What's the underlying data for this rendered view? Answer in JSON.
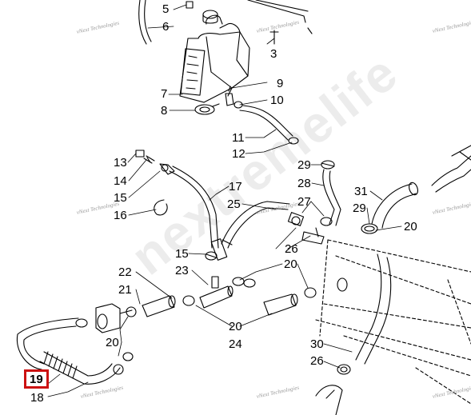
{
  "callouts": {
    "c5": "5",
    "c6": "6",
    "c3": "3",
    "c7": "7",
    "c9": "9",
    "c8": "8",
    "c10": "10",
    "c11": "11",
    "c12": "12",
    "c13": "13",
    "c14": "14",
    "c15a": "15",
    "c16": "16",
    "c17": "17",
    "c25": "25",
    "c29a": "29",
    "c28": "28",
    "c27": "27",
    "c31": "31",
    "c29b": "29",
    "c20a": "20",
    "c26a": "26",
    "c15b": "15",
    "c22": "22",
    "c23": "23",
    "c21": "21",
    "c20b": "20",
    "c20c": "20",
    "c20d": "20",
    "c24": "24",
    "c30": "30",
    "c26b": "26",
    "c19": "19",
    "c18": "18"
  },
  "highlight": {
    "label": "19",
    "color": "#cc1111"
  },
  "watermark": {
    "small": "vNext Technologies",
    "large": "nextremelife"
  }
}
